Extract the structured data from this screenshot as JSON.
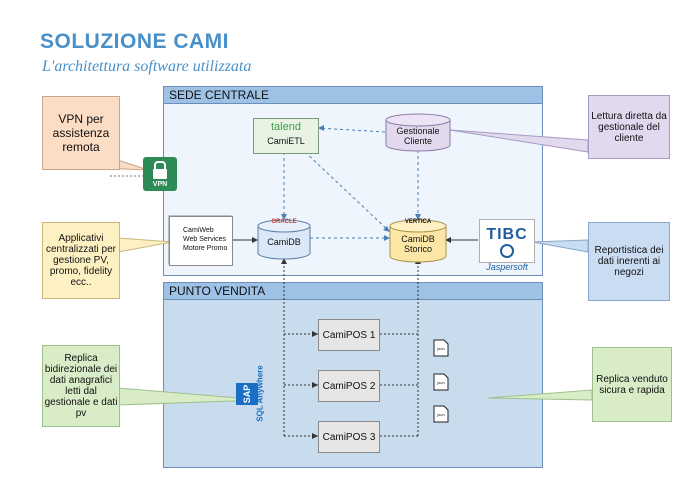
{
  "title": "SOLUZIONE CAMI",
  "subtitle": "L'architettura software utilizzata",
  "sections": {
    "sede": "SEDE CENTRALE",
    "pv": "PUNTO VENDITA"
  },
  "callouts": {
    "vpn": "VPN per assistenza remota",
    "applicativi": "Applicativi centralizzati per gestione PV, promo, fidelity ecc..",
    "replica_bi": "Replica bidirezionale dei dati anagrafici letti dal gestionale e dati pv",
    "lettura": "Lettura diretta da gestionale del cliente",
    "reportistica": "Reportistica dei dati inerenti ai negozi",
    "replica_venduto": "Replica venduto sicura e rapida"
  },
  "nodes": {
    "talend_brand": "talend",
    "talend_label": "CamiETL",
    "gestionale": "Gestionale Cliente",
    "vpn_label": "VPN",
    "camiweb_1": "CamiWeb",
    "camiweb_2": "Web Services",
    "camiweb_3": "Motore Promo",
    "oracle_brand": "ORACLE",
    "camidb": "CamiDB",
    "vertica_brand": "VERTICA",
    "storico_1": "CamiDB",
    "storico_2": "Storico",
    "tibco_1": "TIBC",
    "tibco_2": "Jaspersoft",
    "pos1": "CamiPOS 1",
    "pos2": "CamiPOS 2",
    "pos3": "CamiPOS 3",
    "sap_brand": "SAP",
    "sap_text": "SQL Anywhere",
    "json": "json"
  },
  "colors": {
    "title": "#4a90c8",
    "section_header": "#9ec1e6",
    "sede_bg": "#eef5fc",
    "pv_bg": "#c9dcee",
    "callout_orange": "#fbdcc4",
    "callout_yellow": "#fdf1c4",
    "callout_green": "#d8ecc8",
    "callout_purple": "#e2d9ef",
    "callout_blue": "#c9dcf2"
  }
}
